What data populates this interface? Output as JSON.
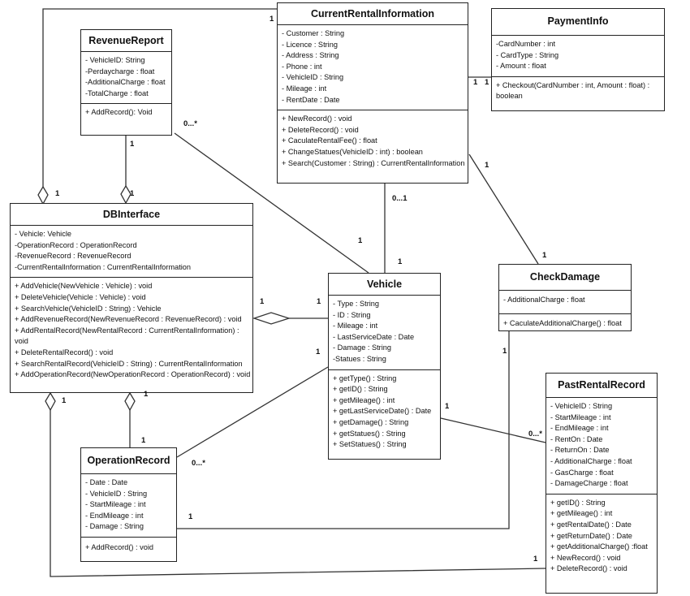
{
  "classes": {
    "revenue_report": {
      "name": "RevenueReport",
      "attributes": [
        "- VehicleID:  String",
        "-Perdaycharge : float",
        "-AdditionalCharge  : float",
        "-TotalCharge : float"
      ],
      "operations": [
        "+ AddRecord(): Void"
      ]
    },
    "current_rental": {
      "name": "CurrentRentalInformation",
      "attributes": [
        "- Customer : String",
        "- Licence : String",
        "- Address : String",
        "- Phone : int",
        "- VehicleID : String",
        "- Mileage : int",
        "- RentDate : Date"
      ],
      "operations": [
        "+ NewRecord() : void",
        "+ DeleteRecord() : void",
        "+ CaculateRentalFee() : float",
        "+ ChangeStatues(VehicleID : int) : boolean",
        "+ Search(Customer : String) : CurrentRentalInformation"
      ]
    },
    "payment_info": {
      "name": "PaymentInfo",
      "attributes": [
        "-CardNumber : int",
        "- CardType : String",
        "- Amount : float"
      ],
      "operations": [
        "+ Checkout(CardNumber : int, Amount : float) : boolean"
      ]
    },
    "db_interface": {
      "name": "DBInterface",
      "attributes": [
        "- Vehicle:  Vehicle",
        "-OperationRecord : OperationRecord",
        "-RevenueRecord : RevenueRecord",
        "-CurrentRentalInformation  : CurrentRentalInformation"
      ],
      "operations": [
        "+ AddVehicle(NewVehicle : Vehicle) : void",
        "+ DeleteVehicle(Vehicle : Vehicle) : void",
        "+ SearchVehicle(VehicleID : String) : Vehicle",
        "+ AddRevenueRecord(NewRevenueRecord : RevenueRecord) : void",
        "+ AddRentalRecord(NewRentalRecord : CurrentRentalInformation)  : void",
        "+ DeleteRentalRecord() : void",
        "+ SearchRentalRecord(VehicleID : String) : CurrentRentalInformation",
        "+ AddOperationRecord(NewOperationRecord : OperationRecord) : void"
      ]
    },
    "vehicle": {
      "name": "Vehicle",
      "attributes": [
        "- Type : String",
        "- ID : String",
        "- Mileage : int",
        "- LastServiceDate : Date",
        "- Damage : String",
        "-Statues : String"
      ],
      "operations": [
        "+ getType() : String",
        "+ getID() : String",
        "+ getMileage() : int",
        "+ getLastServiceDate() : Date",
        "+ getDamage() : String",
        "+ getStatues() : String",
        "+ SetStatues() : String"
      ]
    },
    "check_damage": {
      "name": "CheckDamage",
      "attributes": [
        "- AdditionalCharge  : float"
      ],
      "operations": [
        "+ CaculateAdditionalCharge()  : float"
      ]
    },
    "past_rental": {
      "name": "PastRentalRecord",
      "attributes": [
        "- VehicleID : String",
        "- StartMileage : int",
        "- EndMileage : int",
        "- RentOn : Date",
        "- ReturnOn : Date",
        "- AdditionalCharge : float",
        "- GasCharge : float",
        "- DamageCharge : float"
      ],
      "operations": [
        "+ getID() : String",
        "+ getMileage() : int",
        "+ getRentalDate() : Date",
        "+ getReturnDate() : Date",
        "+ getAdditionalCharge() :float",
        "+ NewRecord() : void",
        "+ DeleteRecord() : void"
      ]
    },
    "operation_record": {
      "name": "OperationRecord",
      "attributes": [
        "- Date : Date",
        "- VehicleID : String",
        "- StartMileage : int",
        "- EndMileage : int",
        "- Damage : String"
      ],
      "operations": [
        "+ AddRecord() : void"
      ]
    }
  },
  "multiplicities": {
    "current_left": "1",
    "db_left_top": "1",
    "revenue_bottom": "1",
    "db_revenue": "1",
    "revenue_vehicle": "0...*",
    "vehicle_from_revenue": "1",
    "current_vehicle": "0...1",
    "vehicle_from_current": "1",
    "current_pay": "1",
    "pay_current": "1",
    "current_damage": "1",
    "damage_current": "1",
    "db_vehicle": "1",
    "vehicle_db": "1",
    "vehicle_oprec": "1",
    "oprec_vehicle": "0...*",
    "vehicle_past": "1",
    "past_vehicle": "0...*",
    "db_oprec_top": "1",
    "oprec_db": "1",
    "db_past_left": "1",
    "damage_bottom": "1",
    "oprec_right": "1",
    "past_left_bottom": "1"
  }
}
